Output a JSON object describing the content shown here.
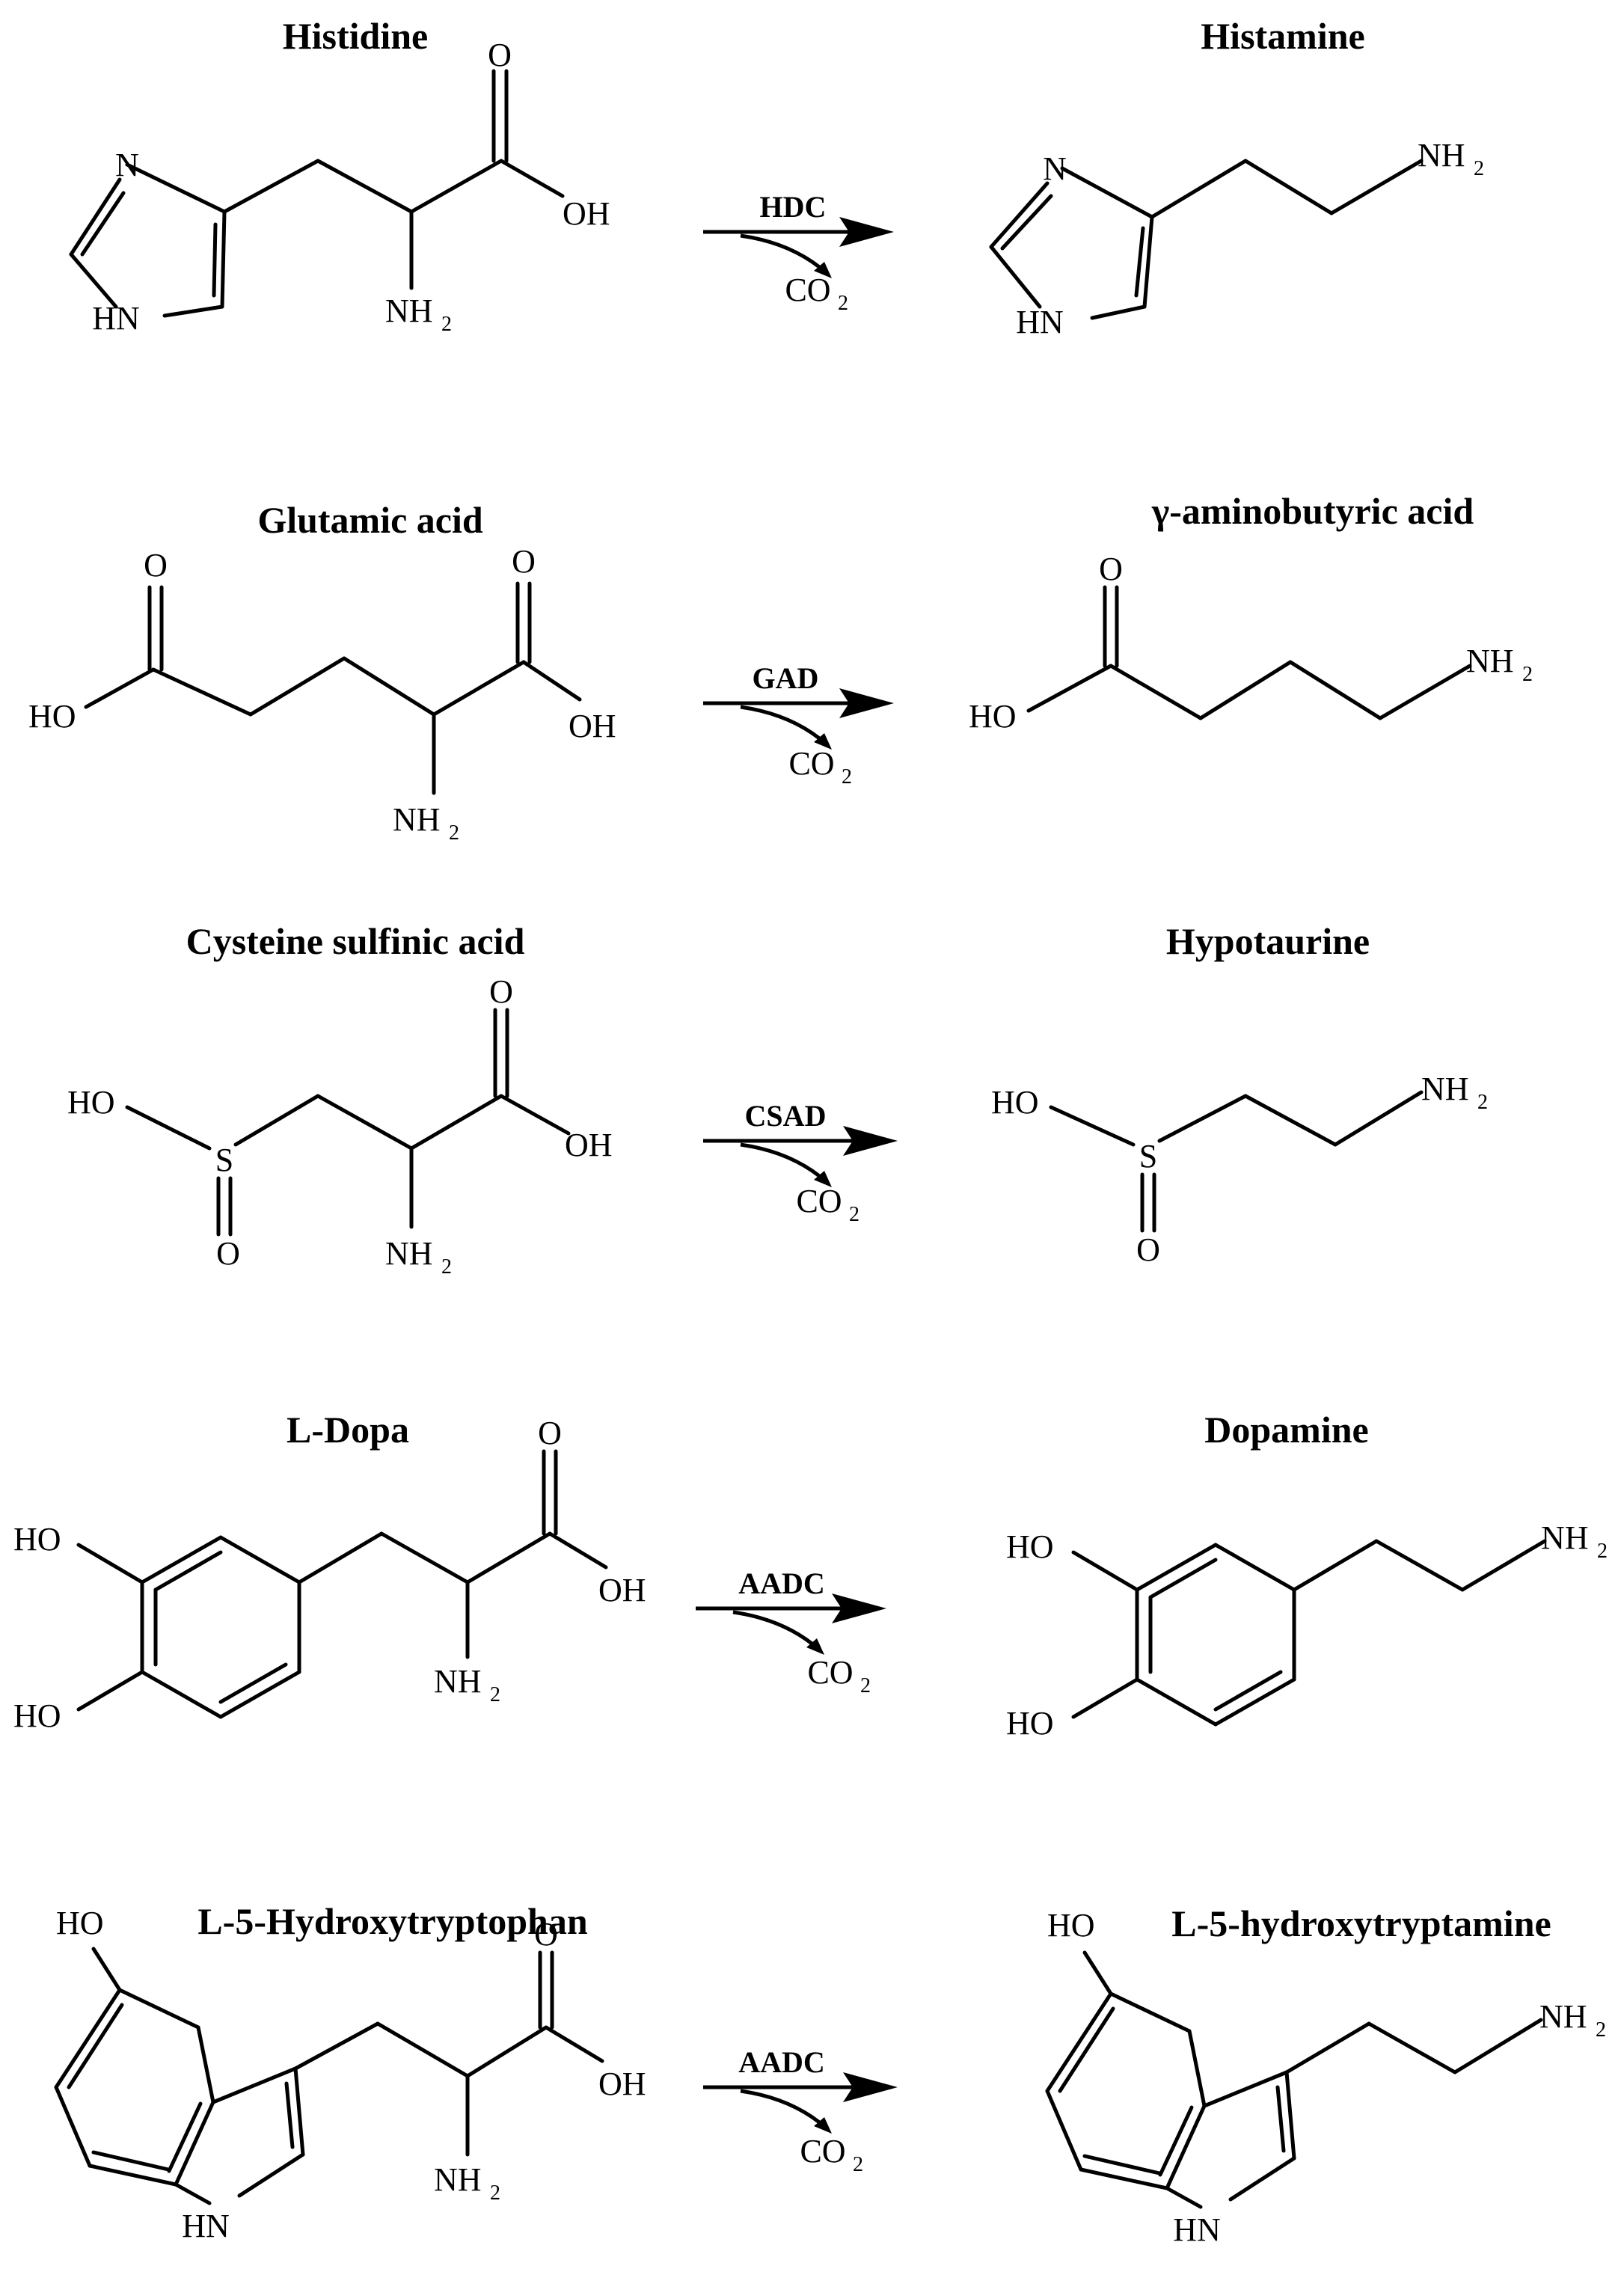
{
  "reactions": [
    {
      "substrate": "Histidine",
      "enzyme": "HDC",
      "product": "Histamine"
    },
    {
      "substrate": "Glutamic acid",
      "enzyme": "GAD",
      "product": "γ-aminobutyric acid"
    },
    {
      "substrate": "Cysteine sulfinic acid",
      "enzyme": "CSAD",
      "product": "Hypotaurine"
    },
    {
      "substrate": "L-Dopa",
      "enzyme": "AADC",
      "product": "Dopamine"
    },
    {
      "substrate": "L-5-Hydroxytryptophan",
      "enzyme": "AADC",
      "product": "L-5-hydroxytryptamine"
    }
  ],
  "byproduct": "CO",
  "byproduct_subscript": "2",
  "atoms": {
    "O": "O",
    "OH": "OH",
    "HO": "HO",
    "N": "N",
    "HN": "HN",
    "S": "S",
    "NH": "NH",
    "NH_sub": "2"
  }
}
